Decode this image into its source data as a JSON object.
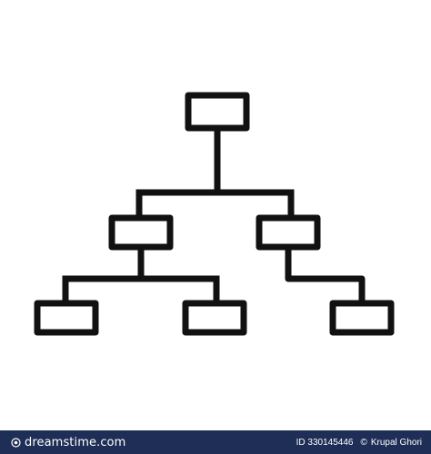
{
  "image": {
    "subject": "hierarchy-tree-icon",
    "stroke_color": "#111111",
    "background_color": "#ffffff"
  },
  "footer": {
    "brand_text": "dreamstime.com",
    "image_id": "ID 330145446",
    "credit_separator": "©",
    "author": "Krupal Ghori",
    "background_color": "#1f2e57",
    "text_color": "#ffffff"
  }
}
